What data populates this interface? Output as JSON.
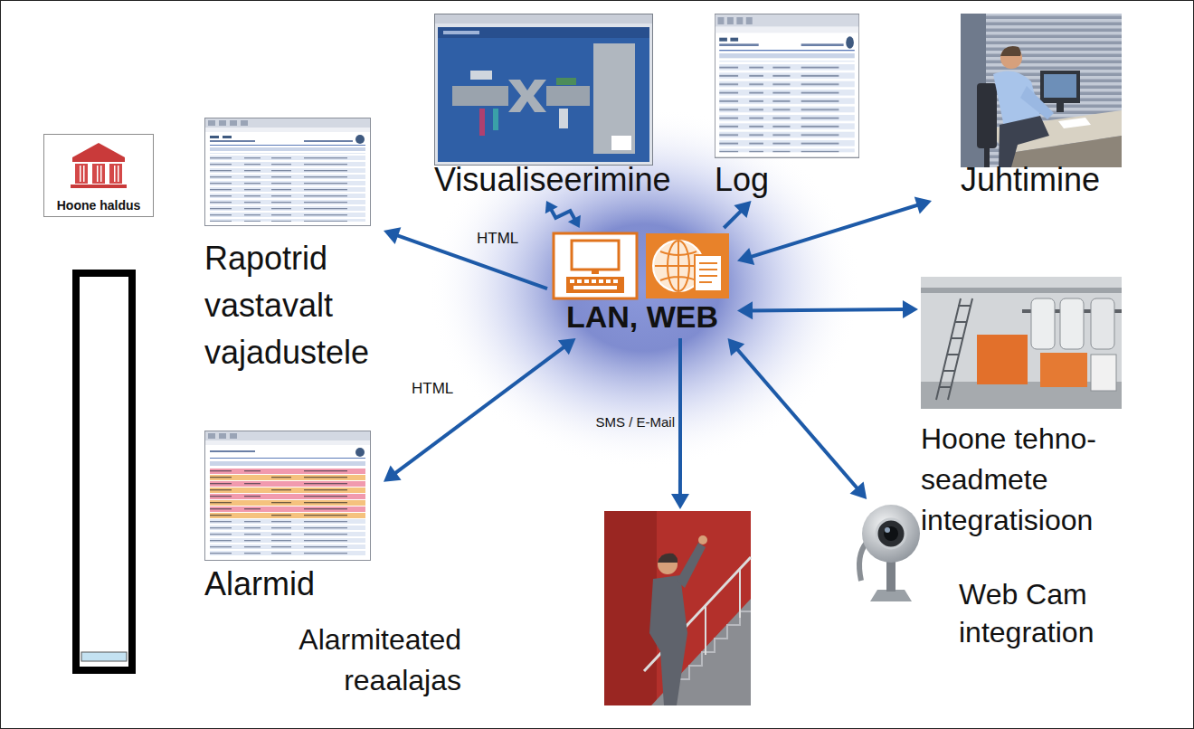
{
  "diagram": {
    "nodes": [
      {
        "text": [
          "Hoone haldus"
        ]
      },
      {
        "text": [
          "Visualiseerimine"
        ]
      },
      {
        "text": [
          "Log"
        ]
      },
      {
        "text": [
          "Juhtimine"
        ]
      },
      {
        "text": [
          "Rapotrid vastavalt vajadustele"
        ]
      },
      {
        "text": [
          "LAN, WEB"
        ]
      },
      {
        "text": [
          "Hoone tehno- seadmete integratisioon"
        ]
      },
      {
        "text": [
          "Alarmid"
        ]
      },
      {
        "text": [
          "Alarmiteated reaalajas"
        ]
      },
      {
        "text": [
          "Web Cam integration"
        ]
      }
    ],
    "edges": [
      {
        "from": 5,
        "to": 4,
        "arrow": "to",
        "label": "HTML"
      },
      {
        "from": 5,
        "to": 1,
        "arrow": "both"
      },
      {
        "from": 5,
        "to": 2,
        "arrow": "to"
      },
      {
        "from": 5,
        "to": 3,
        "arrow": "both"
      },
      {
        "from": 5,
        "to": 6,
        "arrow": "both"
      },
      {
        "from": 5,
        "to": 9,
        "arrow": "both"
      },
      {
        "from": 5,
        "to": 8,
        "arrow": "to",
        "label": "SMS / E-Mail"
      },
      {
        "from": 5,
        "to": 7,
        "arrow": "both",
        "label": "HTML"
      }
    ]
  }
}
